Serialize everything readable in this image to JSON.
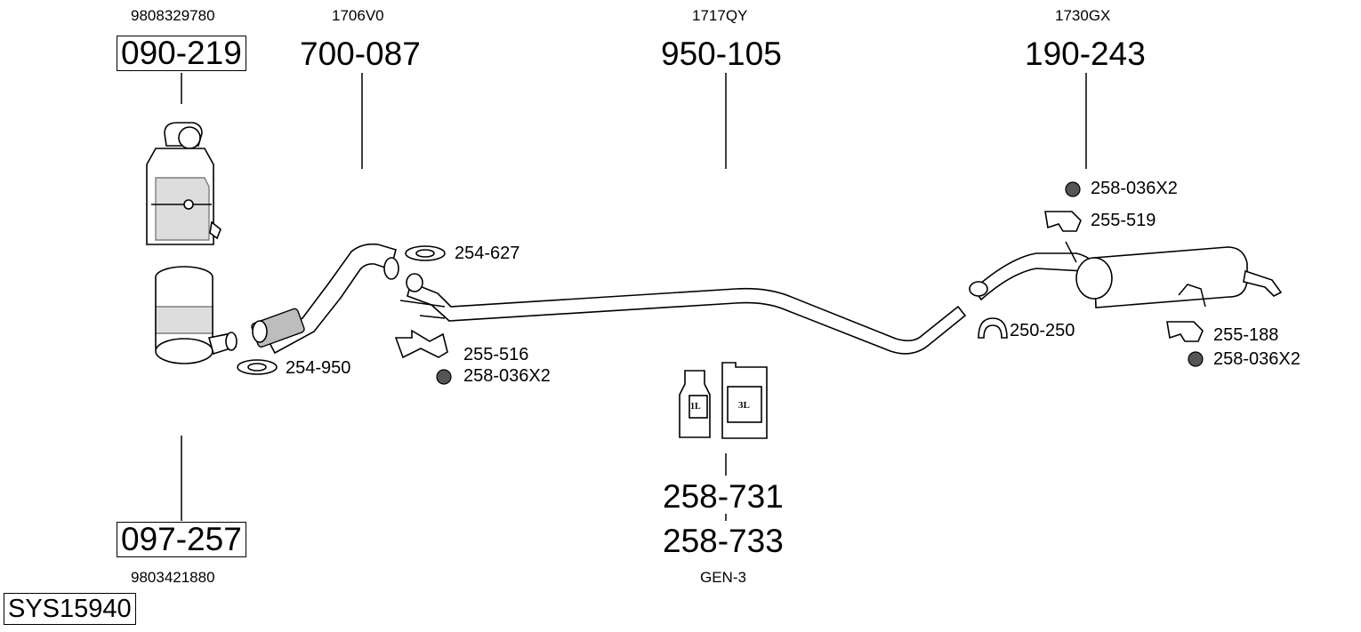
{
  "parts": {
    "dpf_upper": {
      "oe": "9808329780",
      "number": "090-219"
    },
    "dpf_lower": {
      "oe": "9803421880",
      "number": "097-257"
    },
    "front_pipe": {
      "oe": "1706V0",
      "number": "700-087"
    },
    "middle_pipe": {
      "oe": "1717QY",
      "number": "950-105"
    },
    "rear_silencer": {
      "oe": "1730GX",
      "number": "190-243"
    },
    "fluid": {
      "number_1": "258-731",
      "number_2": "258-733",
      "note": "GEN-3",
      "can_small": "1L",
      "can_large": "3L"
    }
  },
  "accessories": {
    "clamp_254_627": "254-627",
    "clamp_254_950": "254-950",
    "bracket_255_516": "255-516",
    "nut_front": "258-036X2",
    "clamp_250_250": "250-250",
    "nut_rear_top": "258-036X2",
    "rubber_255_519": "255-519",
    "rubber_255_188": "255-188",
    "nut_rear_bottom": "258-036X2"
  },
  "system_id": "SYS15940"
}
